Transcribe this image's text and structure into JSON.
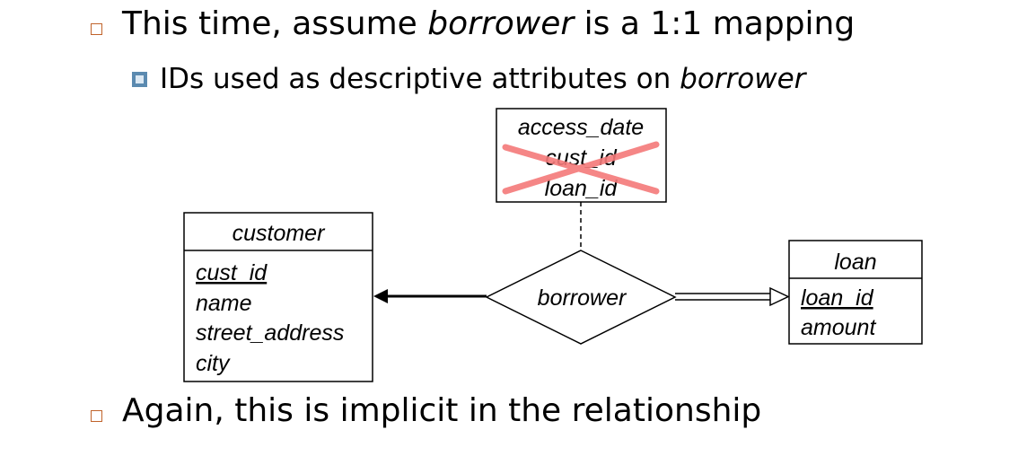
{
  "bullets": {
    "line1": {
      "pre": "This time, assume ",
      "em": "borrower",
      "post": " is a 1:1 mapping"
    },
    "line2": {
      "pre": "IDs used as descriptive attributes on ",
      "em": "borrower"
    },
    "line3": {
      "text": "Again, this is implicit in the relationship"
    }
  },
  "diagram": {
    "attributes_box": {
      "items": [
        "access_date",
        "cust_id",
        "loan_id"
      ],
      "crossed_out": [
        "cust_id",
        "loan_id"
      ],
      "cross_color": "#f47a7a"
    },
    "customer": {
      "title": "customer",
      "primary_key": "cust_id",
      "attributes": [
        "name",
        "street_address",
        "city"
      ]
    },
    "relationship": {
      "name": "borrower"
    },
    "loan": {
      "title": "loan",
      "primary_key": "loan_id",
      "attributes": [
        "amount"
      ]
    }
  },
  "colors": {
    "bullet_orange": "#c0632b",
    "sub_bullet_blue": "#5b8ab0"
  }
}
